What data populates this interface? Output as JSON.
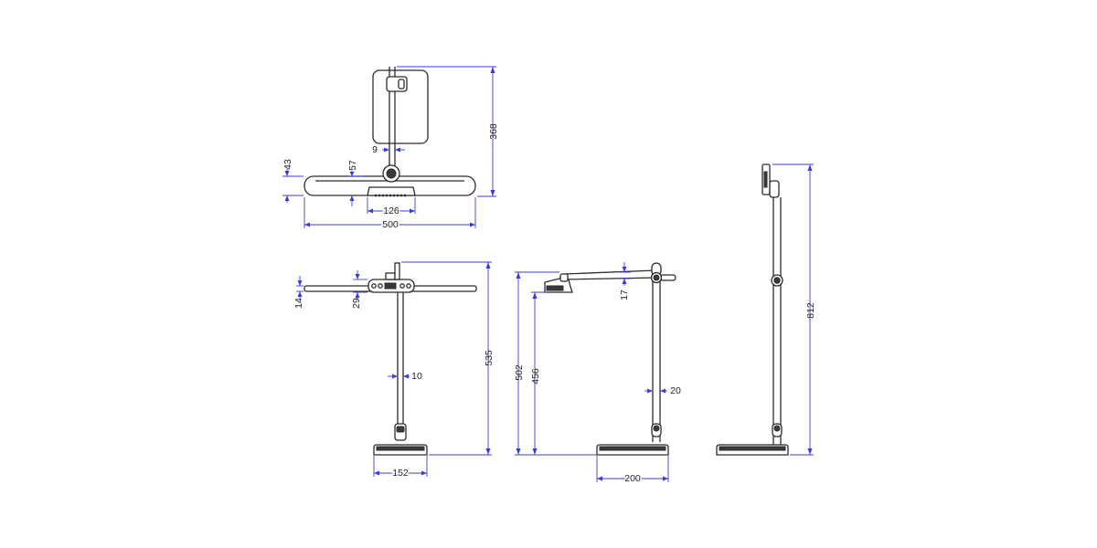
{
  "colors": {
    "dimension": "#3b3bd9",
    "object": "#2b2b2b",
    "background": "#ffffff"
  },
  "dimensions": {
    "top_view": {
      "height_368": "368",
      "neck_9": "9",
      "offset_43": "43",
      "offset_57": "57",
      "head_126": "126",
      "bar_500": "500"
    },
    "front_view": {
      "thick_14": "14",
      "thick_29": "29",
      "pole_10": "10",
      "height_535": "535",
      "base_152": "152"
    },
    "side_view": {
      "thick_17": "17",
      "height_502": "502",
      "height_456": "456",
      "pole_20": "20",
      "base_200": "200"
    },
    "upright_view": {
      "height_812": "812"
    }
  }
}
